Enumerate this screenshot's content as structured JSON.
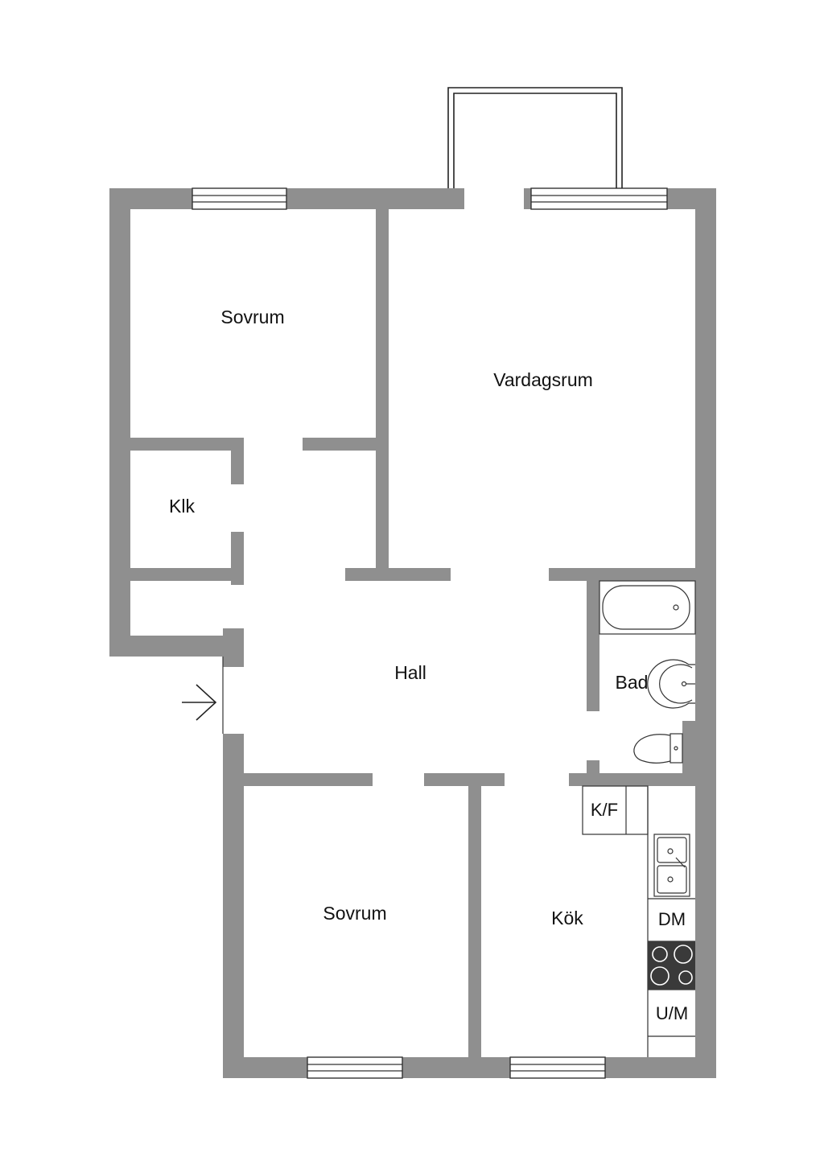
{
  "rooms": {
    "bedroom_top": "Sovrum",
    "living_room": "Vardagsrum",
    "closet": "Klk",
    "hall": "Hall",
    "bathroom": "Bad",
    "bedroom_bottom": "Sovrum",
    "kitchen": "Kök"
  },
  "appliances": {
    "fridge_freezer": "K/F",
    "dishwasher": "DM",
    "oven_microwave": "U/M"
  },
  "icons": {
    "entrance": "entrance-arrow-icon",
    "bathtub": "bathtub-icon",
    "washbasin": "washbasin-icon",
    "toilet": "toilet-icon",
    "sink": "kitchen-sink-icon",
    "stove": "stove-icon"
  },
  "colors": {
    "wall": "#8f8f8f",
    "background": "#ffffff",
    "stove": "#3a3a3a"
  }
}
